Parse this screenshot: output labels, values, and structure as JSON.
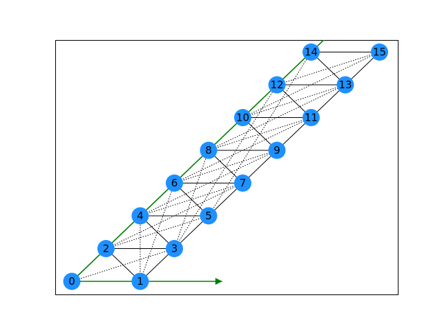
{
  "colors": {
    "background": "#ffffff",
    "frame": "#000000",
    "node_fill": "#1e90ff",
    "solid_edge": "#000000",
    "dotted_edge": "#000000",
    "vector": "#008000"
  },
  "nodes": [
    {
      "id": "0",
      "label": "0",
      "x": 0,
      "y": 0
    },
    {
      "id": "1",
      "label": "1",
      "x": 1,
      "y": 0
    },
    {
      "id": "2",
      "label": "2",
      "x": 0.5,
      "y": 1
    },
    {
      "id": "3",
      "label": "3",
      "x": 1.5,
      "y": 1
    },
    {
      "id": "4",
      "label": "4",
      "x": 1,
      "y": 2
    },
    {
      "id": "5",
      "label": "5",
      "x": 2,
      "y": 2
    },
    {
      "id": "6",
      "label": "6",
      "x": 1.5,
      "y": 3
    },
    {
      "id": "7",
      "label": "7",
      "x": 2.5,
      "y": 3
    },
    {
      "id": "8",
      "label": "8",
      "x": 2,
      "y": 4
    },
    {
      "id": "9",
      "label": "9",
      "x": 3,
      "y": 4
    },
    {
      "id": "10",
      "label": "10",
      "x": 2.5,
      "y": 5
    },
    {
      "id": "11",
      "label": "11",
      "x": 3.5,
      "y": 5
    },
    {
      "id": "12",
      "label": "12",
      "x": 3,
      "y": 6
    },
    {
      "id": "13",
      "label": "13",
      "x": 4,
      "y": 6
    },
    {
      "id": "14",
      "label": "14",
      "x": 3.5,
      "y": 7
    },
    {
      "id": "15",
      "label": "15",
      "x": 4.5,
      "y": 7
    }
  ],
  "solid_edges": [
    [
      "0",
      "1"
    ],
    [
      "0",
      "2"
    ],
    [
      "1",
      "2"
    ],
    [
      "1",
      "3"
    ],
    [
      "2",
      "3"
    ],
    [
      "2",
      "4"
    ],
    [
      "3",
      "4"
    ],
    [
      "3",
      "5"
    ],
    [
      "4",
      "5"
    ],
    [
      "4",
      "6"
    ],
    [
      "5",
      "6"
    ],
    [
      "5",
      "7"
    ],
    [
      "6",
      "7"
    ],
    [
      "6",
      "8"
    ],
    [
      "7",
      "8"
    ],
    [
      "7",
      "9"
    ],
    [
      "8",
      "9"
    ],
    [
      "8",
      "10"
    ],
    [
      "9",
      "10"
    ],
    [
      "9",
      "11"
    ],
    [
      "10",
      "11"
    ],
    [
      "10",
      "12"
    ],
    [
      "11",
      "12"
    ],
    [
      "11",
      "13"
    ],
    [
      "12",
      "13"
    ],
    [
      "12",
      "14"
    ],
    [
      "13",
      "14"
    ],
    [
      "13",
      "15"
    ],
    [
      "14",
      "15"
    ]
  ],
  "dotted_edges": [
    [
      "0",
      "3"
    ],
    [
      "0",
      "4"
    ],
    [
      "1",
      "4"
    ],
    [
      "1",
      "6"
    ],
    [
      "2",
      "5"
    ],
    [
      "2",
      "6"
    ],
    [
      "2",
      "7"
    ],
    [
      "3",
      "8"
    ],
    [
      "4",
      "7"
    ],
    [
      "4",
      "9"
    ],
    [
      "3",
      "12"
    ],
    [
      "6",
      "9"
    ],
    [
      "6",
      "11"
    ],
    [
      "8",
      "11"
    ],
    [
      "8",
      "13"
    ],
    [
      "5",
      "14"
    ],
    [
      "10",
      "13"
    ],
    [
      "10",
      "15"
    ],
    [
      "12",
      "15"
    ]
  ],
  "vectors": [
    {
      "name": "vector-a1",
      "dx": 2.2,
      "dy": 0
    },
    {
      "name": "vector-a2",
      "dx": 4.0,
      "dy": 8.0
    }
  ]
}
